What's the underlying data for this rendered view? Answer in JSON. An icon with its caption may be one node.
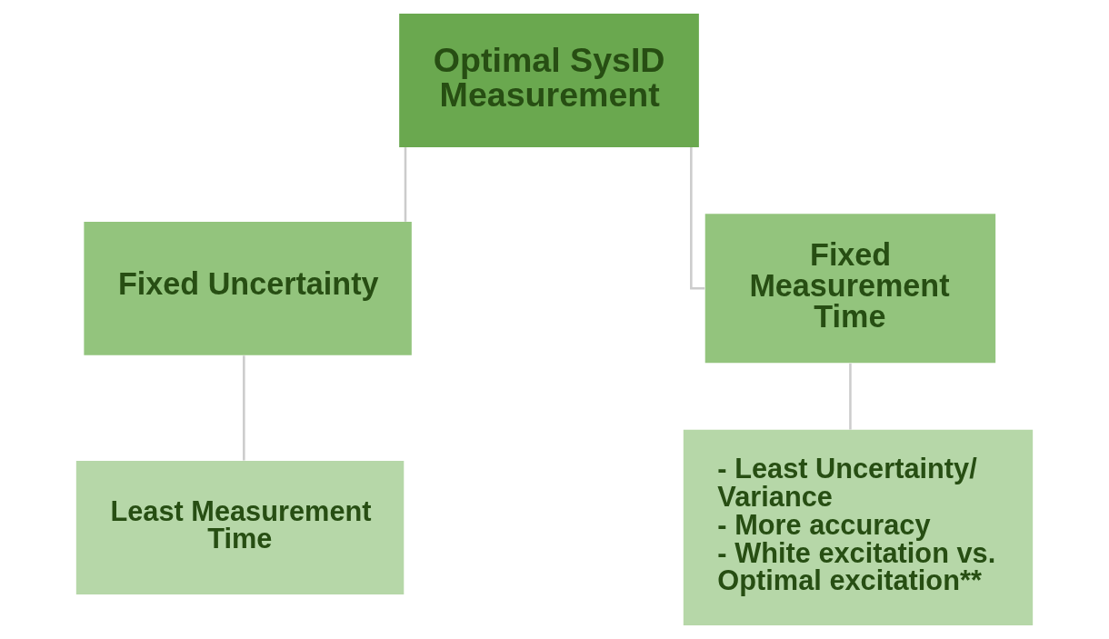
{
  "diagram": {
    "nodes": [
      {
        "text": [
          "Optimal SysID Measurement"
        ]
      },
      {
        "text": [
          "Fixed Uncertainty"
        ]
      },
      {
        "text": [
          "Fixed Measurement Time"
        ]
      },
      {
        "text": [
          "Least Measurement Time"
        ]
      },
      {
        "text": [
          "- Least Uncertainty/ Variance",
          "- More accuracy",
          "- White excitation vs. Optimal excitation**"
        ]
      }
    ],
    "edges": [
      {
        "from": 0,
        "to": 1,
        "arrow": "none"
      },
      {
        "from": 0,
        "to": 2,
        "arrow": "none"
      },
      {
        "from": 1,
        "to": 3,
        "arrow": "none"
      },
      {
        "from": 2,
        "to": 4,
        "arrow": "none"
      }
    ]
  }
}
